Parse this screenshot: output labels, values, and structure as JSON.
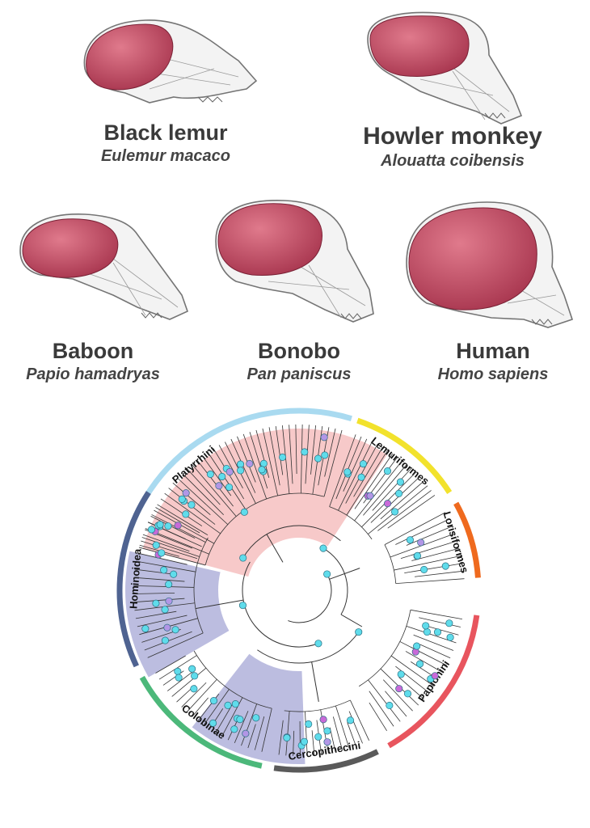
{
  "species": [
    {
      "common": "Black lemur",
      "scientific": "Eulemur macaco"
    },
    {
      "common": "Howler monkey",
      "scientific": "Alouatta coibensis"
    },
    {
      "common": "Baboon",
      "scientific": "Papio hamadryas"
    },
    {
      "common": "Bonobo",
      "scientific": "Pan paniscus"
    },
    {
      "common": "Human",
      "scientific": "Homo sapiens"
    }
  ],
  "clades": [
    {
      "name": "Platyrrhini",
      "color": "#a9daf0"
    },
    {
      "name": "Lemuriformes",
      "color": "#f2e22c"
    },
    {
      "name": "Lorisiformes",
      "color": "#ef6a1e"
    },
    {
      "name": "Papionini",
      "color": "#e8555e"
    },
    {
      "name": "Cercopithecini",
      "color": "#5a5a5a"
    },
    {
      "name": "Colobinae",
      "color": "#4cb87a"
    },
    {
      "name": "Hominoidea",
      "color": "#4f6391"
    }
  ],
  "colors": {
    "brain": "#c04a62",
    "brain_highlight": "#e07a8c",
    "skull_outline": "#555555",
    "node_cyan": "#5fdceb",
    "node_purple": "#b296e6",
    "node_magenta": "#c86ad8",
    "shade_pink": "#f7c9c9",
    "shade_lavender": "#bcbde0",
    "branch": "#333333"
  }
}
